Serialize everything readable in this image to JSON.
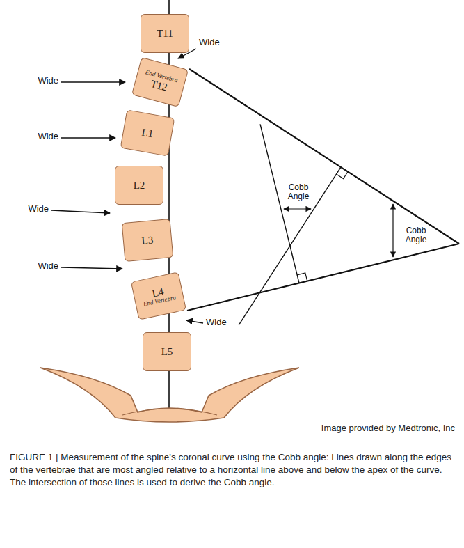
{
  "diagram": {
    "caption": "FIGURE 1 | Measurement of the spine's coronal curve using the Cobb angle: Lines drawn along the edges of the vertebrae that are most angled relative to a horizontal line above and below the apex of the curve. The intersection of those lines is used to derive the Cobb angle.",
    "nodes": [
      {
        "text": [
          "T11"
        ]
      },
      {
        "text": [
          "End Vertebra",
          "T12"
        ]
      },
      {
        "text": [
          "L1"
        ]
      },
      {
        "text": [
          "L2"
        ]
      },
      {
        "text": [
          "L3"
        ]
      },
      {
        "text": [
          "L4",
          "End Vertebra"
        ]
      },
      {
        "text": [
          "L5"
        ]
      }
    ],
    "labels": [
      "Wide",
      "Wide",
      "Wide",
      "Wide",
      "Wide",
      "Wide",
      "Cobb Angle",
      "Cobb Angle",
      "Image provided by Medtronic, Inc"
    ]
  }
}
